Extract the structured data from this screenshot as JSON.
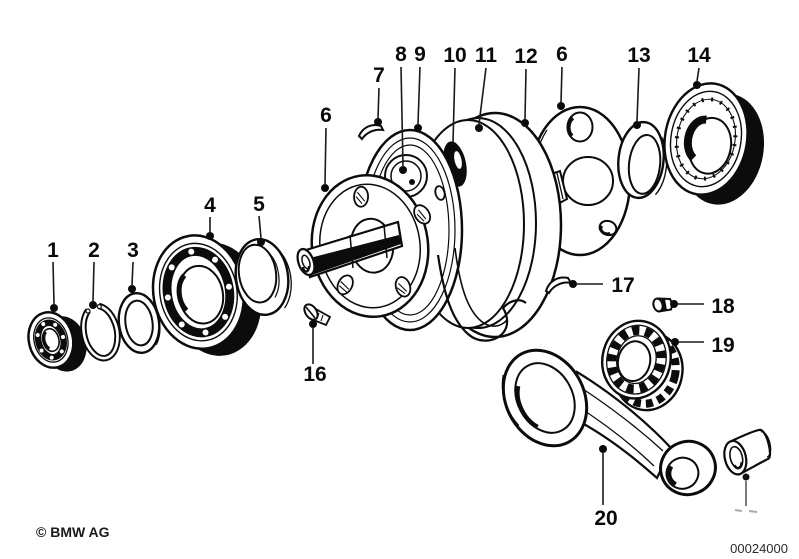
{
  "diagram": {
    "kind": "exploded-parts-diagram",
    "subject": "crankshaft with bearings and connecting rod"
  },
  "colors": {
    "ink": "#0c0c0c",
    "background": "#ffffff"
  },
  "callouts": {
    "c1": {
      "label": "1"
    },
    "c2": {
      "label": "2"
    },
    "c3": {
      "label": "3"
    },
    "c4": {
      "label": "4"
    },
    "c5": {
      "label": "5"
    },
    "c6a": {
      "label": "6"
    },
    "c6b": {
      "label": "6"
    },
    "c7": {
      "label": "7"
    },
    "c8": {
      "label": "8"
    },
    "c9": {
      "label": "9"
    },
    "c10": {
      "label": "10"
    },
    "c11": {
      "label": "11"
    },
    "c12": {
      "label": "12"
    },
    "c13": {
      "label": "13"
    },
    "c14": {
      "label": "14"
    },
    "c16": {
      "label": "16"
    },
    "c17": {
      "label": "17"
    },
    "c18": {
      "label": "18"
    },
    "c19": {
      "label": "19"
    },
    "c20": {
      "label": "20"
    }
  },
  "footer": {
    "copyright": "© BMW AG",
    "code": "00024000"
  }
}
